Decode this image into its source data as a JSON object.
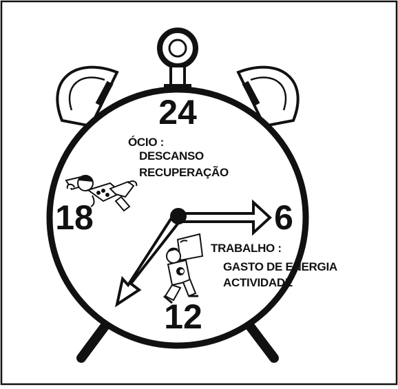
{
  "clock": {
    "numbers": {
      "top": "24",
      "right": "6",
      "bottom": "12",
      "left": "18"
    }
  },
  "leisure": {
    "title": "ÓCIO :",
    "items": [
      "DESCANSO",
      "RECUPERAÇÃO"
    ]
  },
  "work": {
    "title": "TRABALHO :",
    "items": [
      "GASTO DE ENERGIA",
      "ACTIVIDADE"
    ]
  },
  "icons": [
    "alarm-clock-icon",
    "sleeping-person-icon",
    "working-person-icon"
  ],
  "colors": {
    "ink": "#111111",
    "paper": "#ffffff"
  }
}
